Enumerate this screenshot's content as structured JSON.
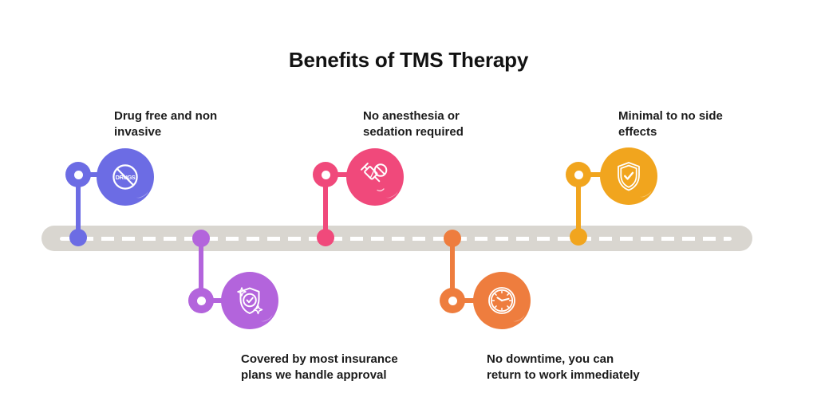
{
  "title": "Benefits of TMS Therapy",
  "timeline": {
    "bar_color": "#D9D6D0",
    "dash_color": "#FFFFFF"
  },
  "milestones": [
    {
      "id": "drug-free",
      "position": "above",
      "color": "#6C6CE4",
      "icon": "no-drugs-icon",
      "icon_text": "DRUGS",
      "label_lines": [
        "Drug free and non",
        "invasive"
      ]
    },
    {
      "id": "insurance-coverage",
      "position": "below",
      "color": "#B364DC",
      "icon": "shield-check-sparkle-icon",
      "label_lines": [
        "Covered by most insurance",
        "plans we handle approval"
      ]
    },
    {
      "id": "no-anesthesia",
      "position": "above",
      "color": "#F0497B",
      "icon": "no-syringe-icon",
      "label_lines": [
        "No anesthesia or",
        "sedation required"
      ]
    },
    {
      "id": "no-downtime",
      "position": "below",
      "color": "#EE7D3E",
      "icon": "clock-icon",
      "label_lines": [
        "No downtime, you can",
        "return to work immediately"
      ]
    },
    {
      "id": "minimal-side-effects",
      "position": "above",
      "color": "#F1A51E",
      "icon": "shield-check-icon",
      "label_lines": [
        "Minimal to no side",
        "effects"
      ]
    }
  ]
}
